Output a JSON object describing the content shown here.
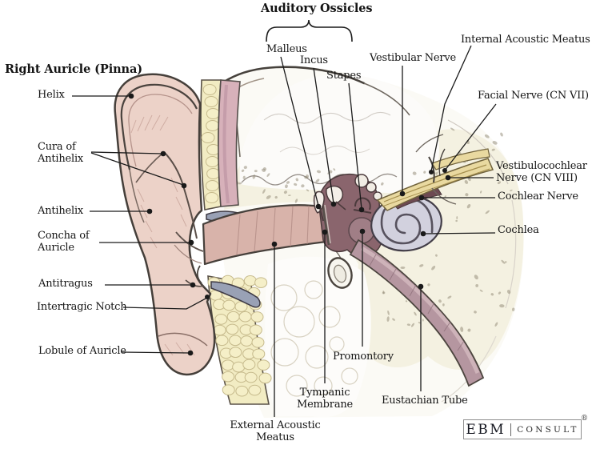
{
  "titles": {
    "auditory_ossicles": "Auditory Ossicles",
    "right_auricle": "Right Auricle (Pinna)"
  },
  "labels": {
    "malleus": "Malleus",
    "incus": "Incus",
    "stapes": "Stapes",
    "vestibular_nerve": "Vestibular Nerve",
    "internal_acoustic_meatus": "Internal Acoustic Meatus",
    "facial_nerve": "Facial Nerve (CN VII)",
    "vestibulocochlear_nerve": "Vestibulocochlear Nerve (CN VIII)",
    "cochlear_nerve": "Cochlear Nerve",
    "cochlea": "Cochlea",
    "helix": "Helix",
    "cura_of_antihelix": "Cura of Antihelix",
    "antihelix": "Antihelix",
    "concha_of_auricle": "Concha of Auricle",
    "antitragus": "Antitragus",
    "intertragic_notch": "Intertragic Notch",
    "lobule_of_auricle": "Lobule of Auricle",
    "promontory": "Promontory",
    "tympanic_membrane": "Tympanic Membrane",
    "external_acoustic_meatus": "External Acoustic Meatus",
    "eustachian_tube": "Eustachian Tube"
  },
  "logo": {
    "ebm": "EBM",
    "consult": "CONSULT",
    "registered": "®"
  },
  "colors": {
    "skin": "#ecd2c8",
    "muscle": "#d7b1ba",
    "fat": "#f2ecc3",
    "bone": "#f4f1e1",
    "cochlea": "#d2d1de",
    "nerve": "#e9d9a0",
    "eustachian_tube": "#b596a0",
    "cartilage": "#99a1b5",
    "middle_ear": "#8a656d",
    "leader": "#1a1a1a"
  }
}
